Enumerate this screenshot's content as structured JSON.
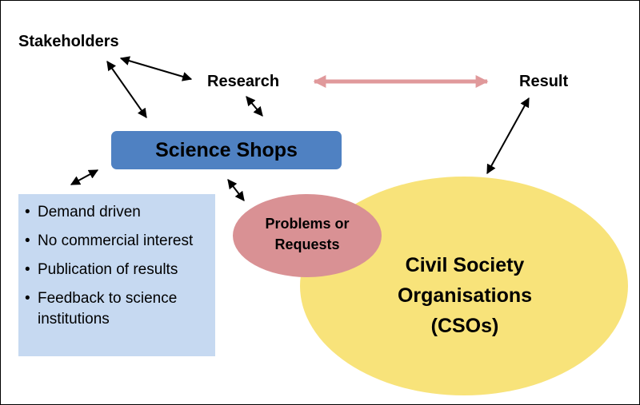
{
  "nodes": {
    "stakeholders": "Stakeholders",
    "research": "Research",
    "result": "Result",
    "science_shops": "Science Shops",
    "problems_line1": "Problems or",
    "problems_line2": "Requests",
    "cso_line1": "Civil Society",
    "cso_line2": "Organisations",
    "cso_line3": "(CSOs)"
  },
  "features": {
    "bullet": "•",
    "items": [
      "Demand driven",
      "No commercial interest",
      "Publication of results",
      "Feedback to science institutions"
    ]
  },
  "colors": {
    "science_shops_fill": "#4f81c2",
    "features_fill": "#c6d9f1",
    "cso_fill": "#f8e37a",
    "problems_fill": "#d99194",
    "research_result_arrow": "#e0999b",
    "connector": "#000000"
  },
  "icons": {
    "connector_arrows": "double-headed-arrow-icon",
    "research_result_arrow": "double-headed-arrow-icon"
  }
}
